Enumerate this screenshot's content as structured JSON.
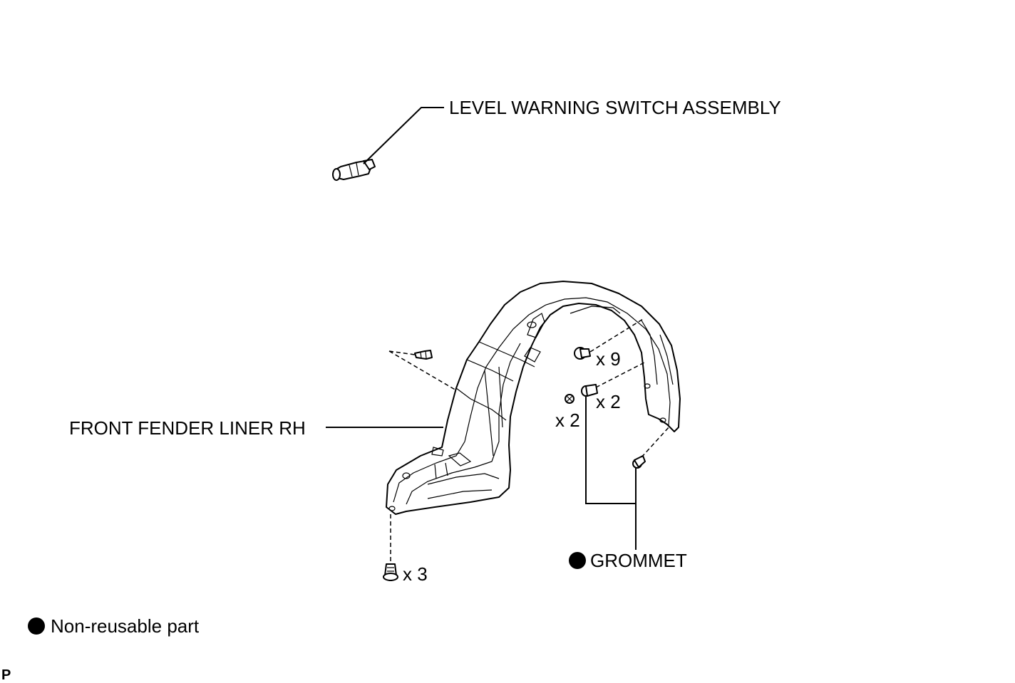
{
  "labels": {
    "level_switch": "LEVEL WARNING SWITCH ASSEMBLY",
    "fender_liner": "FRONT FENDER LINER RH",
    "grommet": "GROMMET",
    "qty_x9": "x 9",
    "qty_x2_right": "x 2",
    "qty_x2_left": "x 2",
    "qty_x3": "x 3",
    "legend": "Non-reusable part",
    "corner_mark": "P"
  },
  "colors": {
    "ink": "#000000",
    "background": "#ffffff"
  },
  "icons": {
    "non_reusable_marker": "filled-circle"
  }
}
